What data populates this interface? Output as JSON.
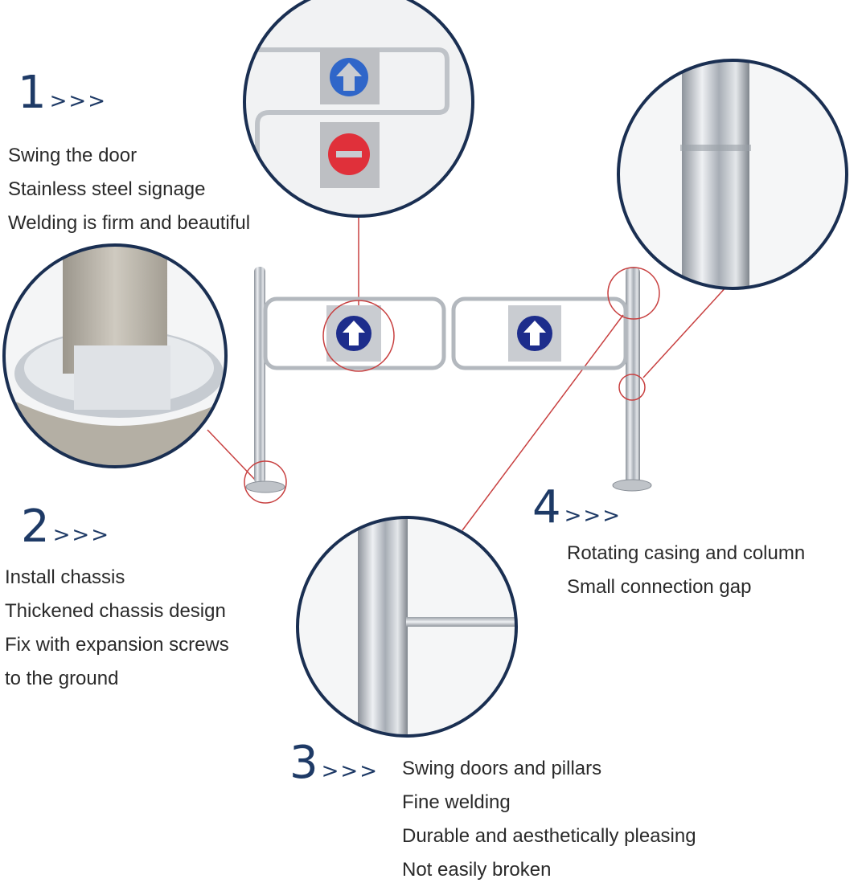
{
  "callouts": [
    {
      "number": "1",
      "arrows": ">>>",
      "lines": [
        "Swing the door",
        "Stainless steel signage",
        "Welding is firm and beautiful"
      ]
    },
    {
      "number": "2",
      "arrows": ">>>",
      "lines": [
        "Install chassis",
        "Thickened chassis design",
        "Fix with expansion screws",
        "to the ground"
      ]
    },
    {
      "number": "3",
      "arrows": ">>>",
      "lines": [
        "Swing doors and pillars",
        "Fine welding",
        "Durable and aesthetically pleasing",
        "Not easily broken"
      ]
    },
    {
      "number": "4",
      "arrows": ">>>",
      "lines": [
        "Rotating casing and column",
        "Small connection gap"
      ]
    }
  ],
  "colors": {
    "heading": "#1e3a66",
    "text": "#2a2a2a",
    "circle_border": "#1a2f52",
    "leader_line": "#c84040",
    "sign_blue": "#1d2d8c",
    "sign_red": "#e0303a",
    "steel": "#b8bcc2"
  },
  "icons": [
    "up-arrow-sign-icon",
    "no-entry-sign-icon"
  ]
}
